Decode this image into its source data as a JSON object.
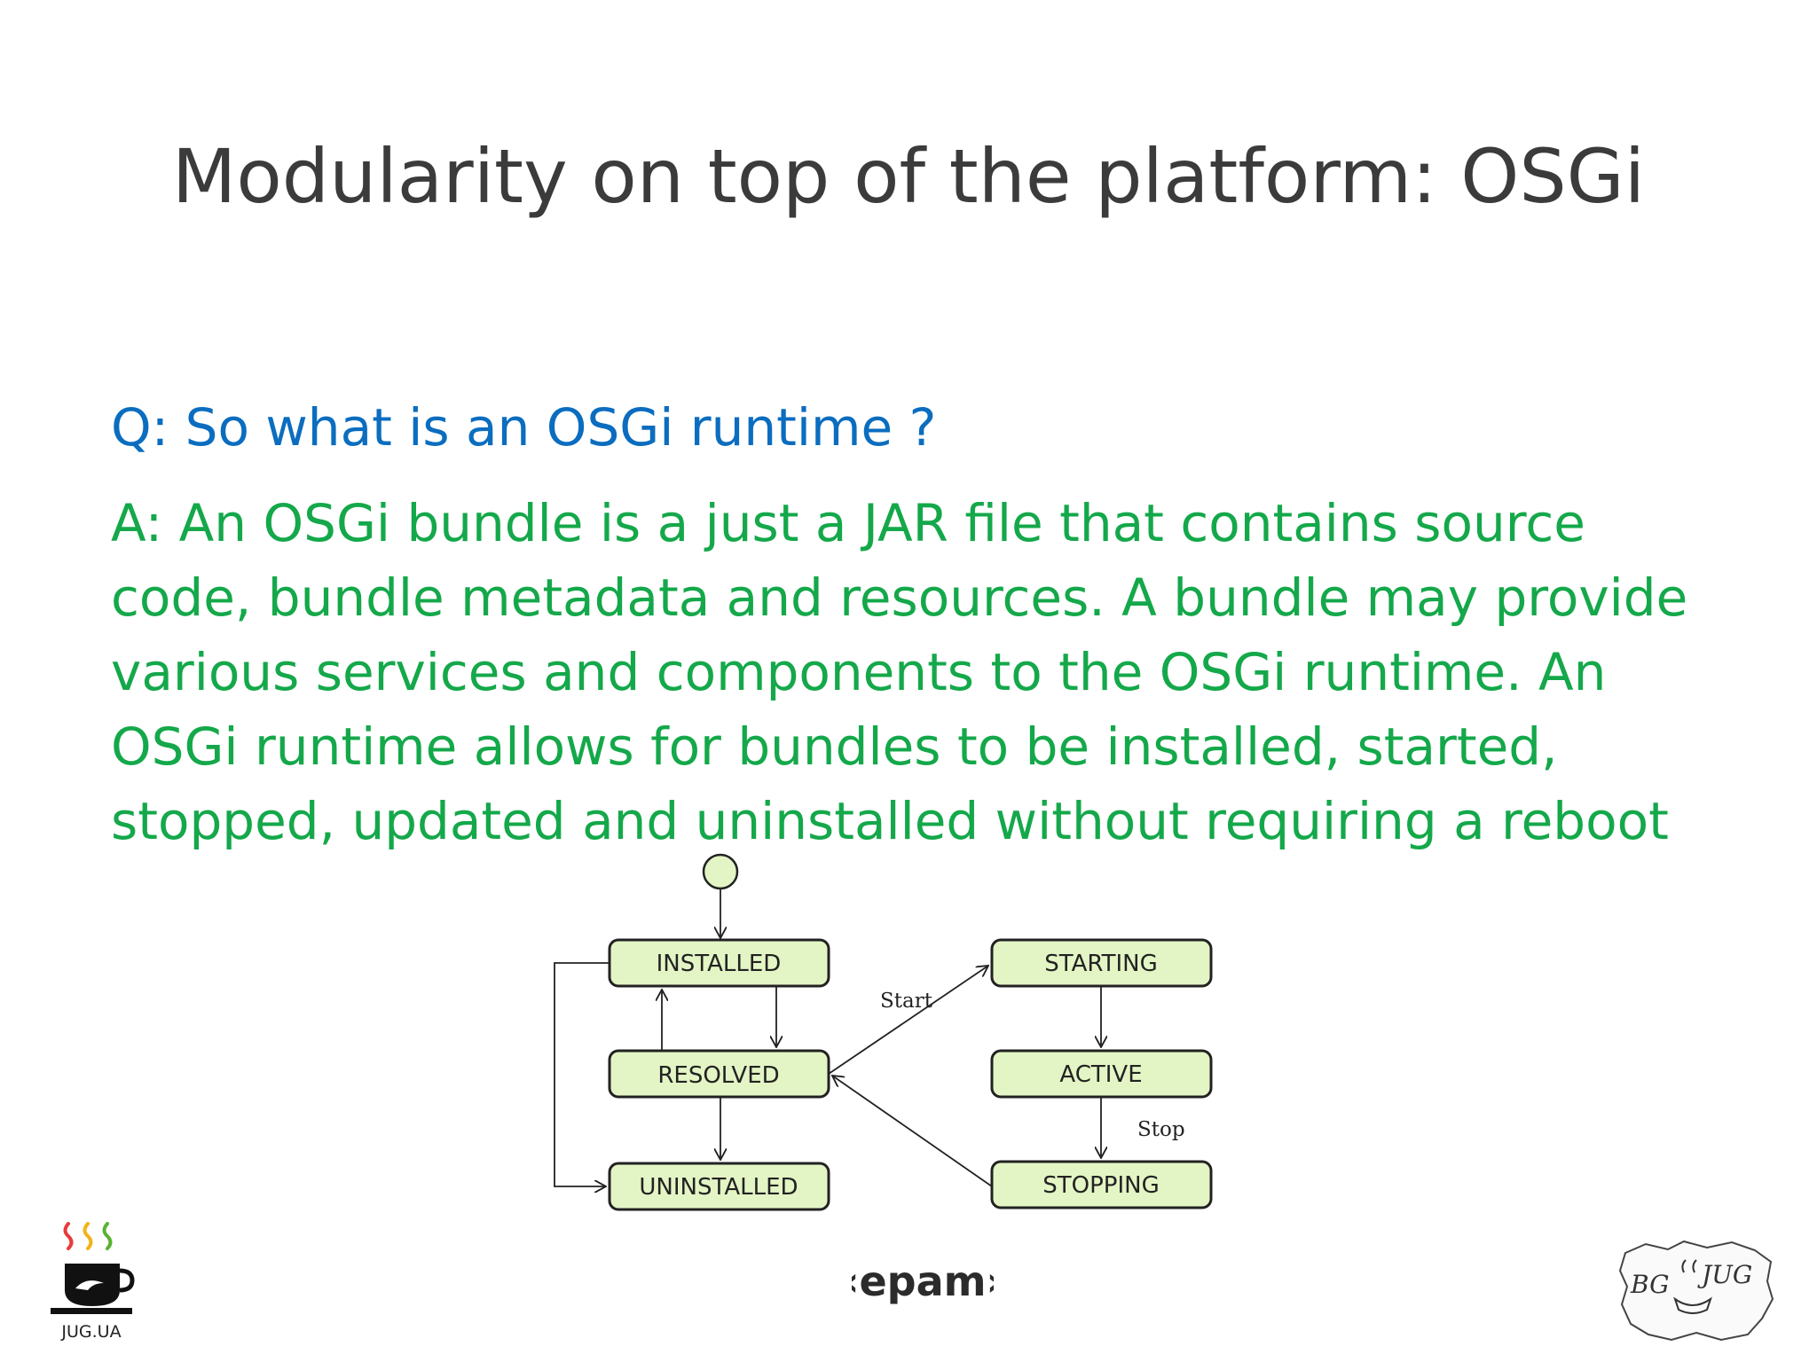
{
  "slide": {
    "title": "Modularity on top of the platform: OSGi",
    "question": "Q: So what is an OSGi runtime ?",
    "answer": "A: An OSGi bundle is a just a JAR file that contains source code, bundle metadata and resources. A bundle may provide various services and components to the OSGi runtime. An OSGi runtime allows for bundles to be installed, started, stopped, updated and uninstalled without requiring a reboot"
  },
  "diagram": {
    "states": {
      "installed": "INSTALLED",
      "resolved": "RESOLVED",
      "uninstalled": "UNINSTALLED",
      "starting": "STARTING",
      "active": "ACTIVE",
      "stopping": "STOPPING"
    },
    "transitions": {
      "start": "Start",
      "stop": "Stop"
    },
    "colors": {
      "state_fill": "#e3f5c4",
      "state_stroke": "#222222",
      "initial_fill": "#e3f5c4"
    }
  },
  "logos": {
    "jug_ua": "JUG.UA",
    "epam": "‹epam›",
    "bg_jug_left": "BG",
    "bg_jug_right": "JUG"
  },
  "colors": {
    "title": "#3b3b3b",
    "question": "#0b6dbf",
    "answer": "#14a84a"
  }
}
